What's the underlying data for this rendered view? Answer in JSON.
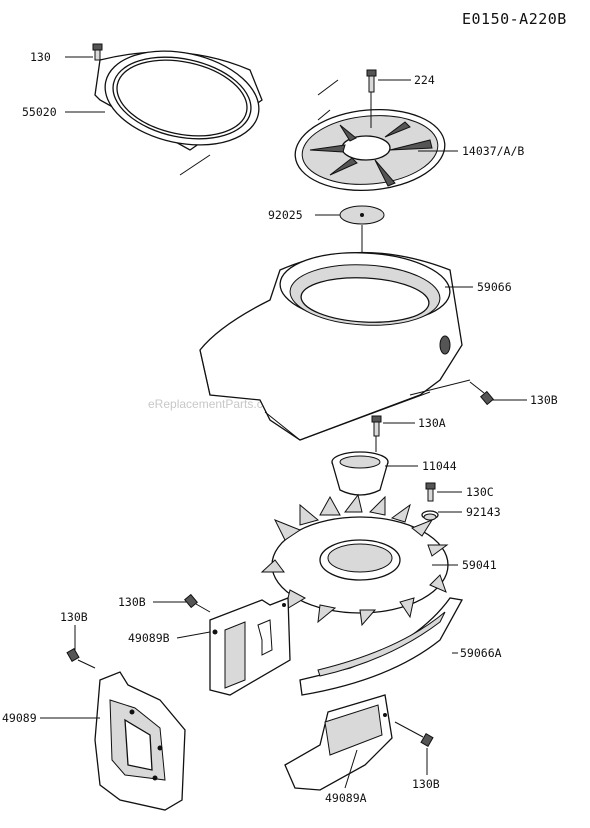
{
  "diagram_code": "E0150-A220B",
  "watermark": "eReplacementParts.com",
  "callouts": {
    "c130_top": "130",
    "c55020": "55020",
    "c224": "224",
    "c14037": "14037/A/B",
    "c92025": "92025",
    "c59066": "59066",
    "c130B_shroud": "130B",
    "c130A": "130A",
    "c11044": "11044",
    "c130C": "130C",
    "c92143": "92143",
    "c59041": "59041",
    "c130B_plate": "130B",
    "c49089B": "49089B",
    "c130B_left": "130B",
    "c59066A": "59066A",
    "c49089": "49089",
    "c130B_bottom": "130B",
    "c49089A": "49089A"
  }
}
